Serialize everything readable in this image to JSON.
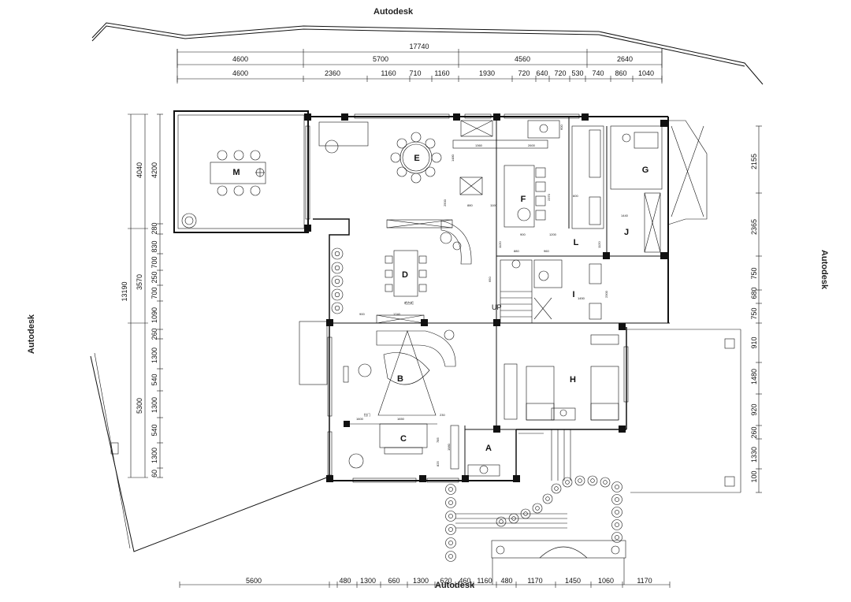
{
  "watermark": "Autodesk",
  "dims": {
    "top_total": "17740",
    "top_row1": [
      "4600",
      "5700",
      "4560",
      "2640"
    ],
    "top_row2": [
      "4600",
      "2360",
      "1160",
      "710",
      "1160",
      "1930",
      "720",
      "640",
      "720",
      "530",
      "740",
      "860",
      "1040"
    ],
    "bottom": [
      "5600",
      "480",
      "1300",
      "660",
      "1300",
      "620",
      "460",
      "1160",
      "480",
      "1170",
      "1450",
      "1060",
      "1170"
    ],
    "left_total": "13190",
    "left_outer": [
      "4040",
      "3570",
      "5300"
    ],
    "left_inner": [
      "4200",
      "280",
      "830",
      "700",
      "250",
      "700",
      "1090",
      "260",
      "1300",
      "540",
      "1300",
      "540",
      "1300",
      "60"
    ],
    "right": [
      "2155",
      "2365",
      "750",
      "680",
      "750",
      "910",
      "1480",
      "920",
      "260",
      "1330",
      "100"
    ],
    "interior": [
      "1360",
      "2600",
      "1480",
      "880",
      "1100",
      "2370",
      "900",
      "1200",
      "1120",
      "960",
      "880",
      "600",
      "1440",
      "1120",
      "2500",
      "1450",
      "2300",
      "900",
      "1740",
      "1650",
      "1600",
      "230",
      "785",
      "1980",
      "825",
      "650",
      "600"
    ]
  },
  "rooms": [
    "M",
    "E",
    "F",
    "G",
    "J",
    "L",
    "D",
    "I",
    "B",
    "H",
    "C",
    "A"
  ],
  "notes": [
    "拉门",
    "吧台柜"
  ],
  "labels": {
    "up": "UP"
  }
}
